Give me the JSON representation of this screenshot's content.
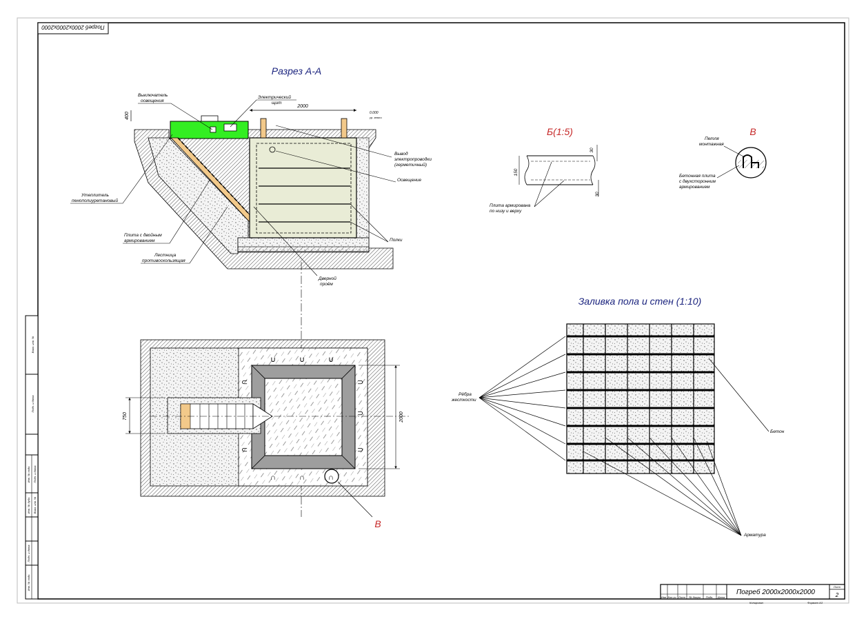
{
  "stamp": "Погреб 2000х2000х2000",
  "section_aa": {
    "title": "Разрез А-А",
    "dim_width": "2000",
    "dim_height": "400",
    "level_mark": "0.000",
    "level_sub": "ур. земли",
    "switch_label_1": "Выключатель",
    "switch_label_2": "освещения",
    "panel_label_1": "Электрический",
    "panel_label_2": "щит",
    "wiring_label_1": "Вывод",
    "wiring_label_2": "электропроводки",
    "wiring_label_3": "(герметичный)",
    "lighting_label": "Освещение",
    "insulation_label_1": "Утеплитель",
    "insulation_label_2": "пенополиуретановый",
    "slab_label_1": "Плита с двойным",
    "slab_label_2": "армированием",
    "stairs_label_1": "Лестница",
    "stairs_label_2": "противоскользящая",
    "shelves_label": "Полки",
    "door_label_1": "Дверной",
    "door_label_2": "проём"
  },
  "detail_b": {
    "title": "Б(1:5)",
    "dim_150": "150",
    "dim_30a": "30",
    "dim_30b": "30",
    "label_1": "Плита армирована",
    "label_2": "по низу и верху"
  },
  "detail_v": {
    "title": "В",
    "loop_label_1": "Петля",
    "loop_label_2": "монтажная",
    "slab_label_1": "Бетонная плита",
    "slab_label_2": "с двухсторонним",
    "slab_label_3": "армированием"
  },
  "plan": {
    "dim_750": "750",
    "dim_2000": "2000",
    "callout": "В"
  },
  "floor_fill": {
    "title": "Заливка пола и стен (1:10)",
    "ribs_label_1": "Рёбра",
    "ribs_label_2": "жесткости",
    "concrete_label": "Бетон",
    "rebar_label": "Арматура"
  },
  "side_stamp": {
    "cells": [
      "Взам. инв. №",
      "Подп. и дата",
      "Инв. № подл.",
      "Подп. и дата",
      "Инв. № дубл.",
      "Взам. инв. №",
      "Подп. и дата",
      "Инв. № подл."
    ]
  },
  "title_block": {
    "name": "Погреб 2000х2000х2000",
    "sheet_label": "Лист",
    "sheet_no": "2",
    "col_labels": [
      "Изм.",
      "Кол.уч.",
      "Лист",
      "№ докум.",
      "Подп.",
      "Дата"
    ],
    "copied": "Копировал",
    "format": "Формат А3"
  },
  "colors": {
    "roof_green": "#33ee22",
    "room_fill": "#e9ecd6",
    "wood": "#f2c98a",
    "concrete_grey": "#9e9e9e",
    "title_blue": "#1a237e",
    "callout_red": "#c62828"
  }
}
